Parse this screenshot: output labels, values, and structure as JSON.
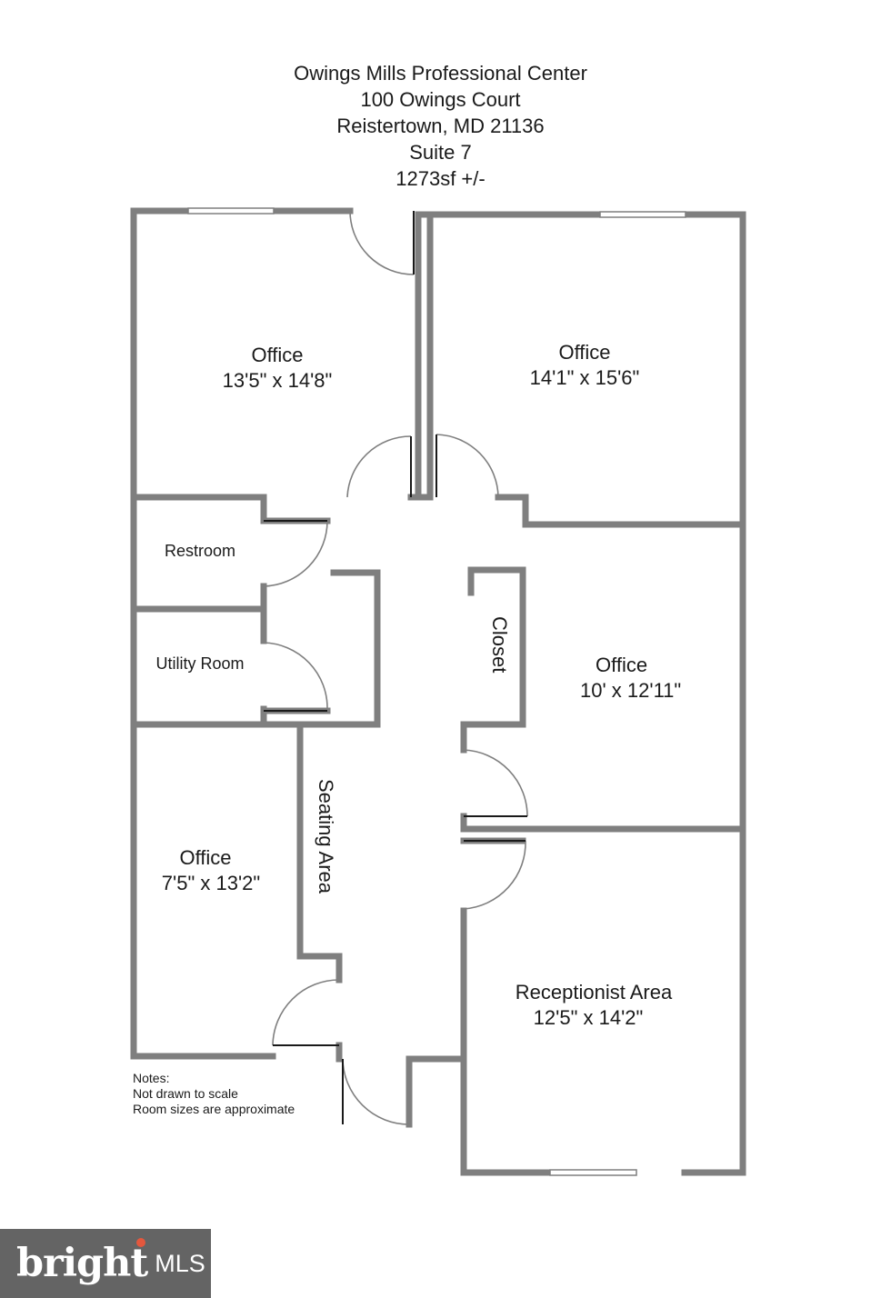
{
  "header": {
    "line1": "Owings Mills Professional Center",
    "line2": "100 Owings Court",
    "line3": "Reistertown, MD 21136",
    "line4": "Suite 7",
    "line5": "1273sf +/-"
  },
  "rooms": {
    "office_top_left": {
      "name": "Office",
      "size": "13'5\" x 14'8\""
    },
    "office_top_right": {
      "name": "Office",
      "size": "14'1\" x 15'6\""
    },
    "restroom": {
      "name": "Restroom"
    },
    "utility": {
      "name": "Utility Room"
    },
    "closet": {
      "name": "Closet"
    },
    "office_mid_right": {
      "name": "Office",
      "size": "10' x 12'11\""
    },
    "office_bottom_left": {
      "name": "Office",
      "size": "7'5\" x 13'2\""
    },
    "seating": {
      "name": "Seating Area"
    },
    "reception": {
      "name": "Receptionist Area",
      "size": "12'5\" x 14'2\""
    }
  },
  "notes": {
    "title": "Notes:",
    "line1": "Not drawn to scale",
    "line2": "Room sizes are approximate"
  },
  "logo": {
    "brand": "bright",
    "suffix": "MLS",
    "accent_color": "#e4573d",
    "background_color": "#646464"
  },
  "colors": {
    "wall": "#7f7f7f",
    "text": "#1a1a1a"
  }
}
